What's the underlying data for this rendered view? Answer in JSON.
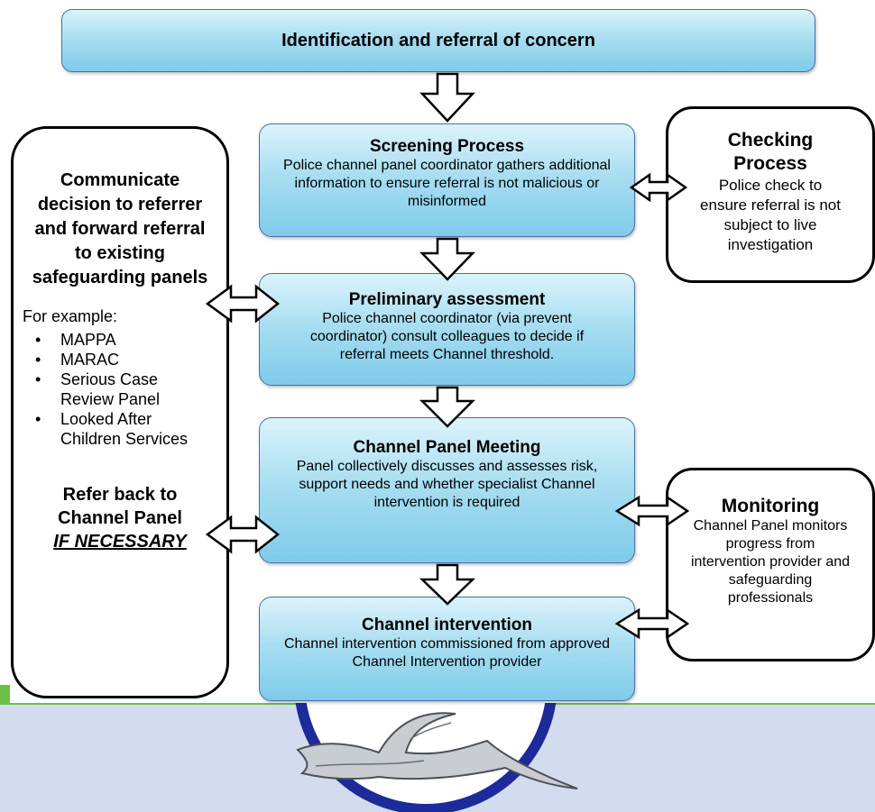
{
  "title": "Identification and referral of concern",
  "screening": {
    "title": "Screening Process",
    "body": "Police channel panel coordinator gathers additional information to ensure referral is not malicious or misinformed"
  },
  "checking": {
    "title": "Checking Process",
    "body": "Police check to ensure referral is not subject to live investigation"
  },
  "preliminary": {
    "title": "Preliminary assessment",
    "body": "Police channel coordinator (via prevent coordinator) consult colleagues to decide if referral meets Channel threshold."
  },
  "meeting": {
    "title": "Channel Panel Meeting",
    "body": "Panel collectively discusses and assesses risk, support needs and whether specialist Channel intervention is required"
  },
  "intervention": {
    "title": "Channel intervention",
    "body": "Channel intervention commissioned from approved Channel Intervention provider"
  },
  "monitoring": {
    "title": "Monitoring",
    "body": "Channel Panel monitors progress from intervention provider and safeguarding professionals"
  },
  "communicate": {
    "title": "Communicate decision to referrer and forward referral to existing safeguarding panels",
    "example_label": "For example:",
    "examples": [
      "MAPPA",
      "MARAC",
      "Serious Case Review Panel",
      "Looked After Children Services"
    ],
    "refer_back": "Refer back to Channel Panel",
    "if_necessary": "IF NECESSARY"
  },
  "colors": {
    "box_fill": "#a9def1",
    "box_border": "#4a6fa0",
    "footer_bg": "#d3dcee",
    "accent_green": "#6cbf4a",
    "emblem_ring": "#1d2a9a"
  },
  "icons": [
    "down-arrow-icon",
    "double-arrow-icon",
    "emblem-bird-logo"
  ]
}
